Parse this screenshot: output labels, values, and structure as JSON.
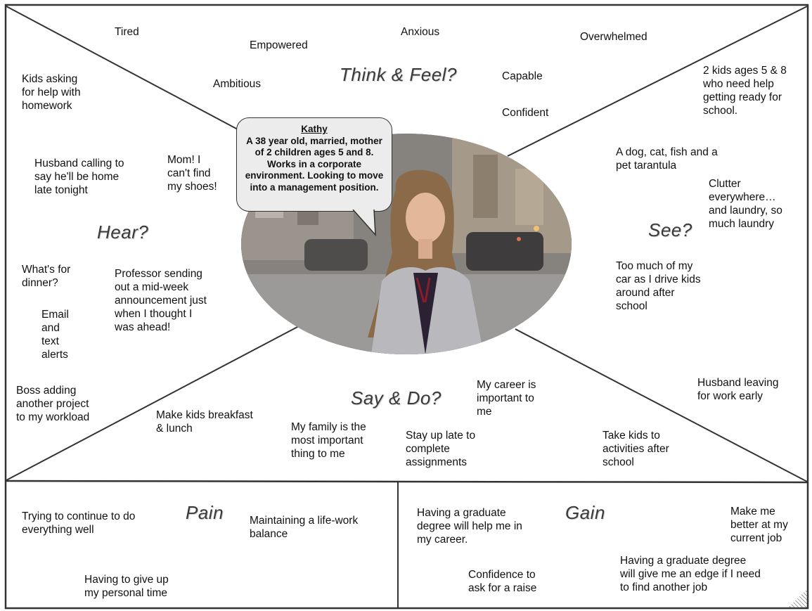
{
  "headings": {
    "think_feel": "Think & Feel?",
    "hear": "Hear?",
    "see": "See?",
    "say_do": "Say & Do?",
    "pain": "Pain",
    "gain": "Gain"
  },
  "persona": {
    "name": "Kathy",
    "description": "A 38 year old, married, mother of 2 children ages 5 and 8.  Works in a corporate environment.  Looking to move into a management position."
  },
  "think_feel": [
    "Tired",
    "Empowered",
    "Anxious",
    "Overwhelmed",
    "Ambitious",
    "Capable",
    "Confident"
  ],
  "hear": [
    "Kids asking for help with homework",
    "Husband calling to say he'll be home late tonight",
    "Mom!  I can't find my shoes!",
    "What's for dinner?",
    "Professor sending out a mid-week announcement just when I thought I was ahead!",
    "Email and text alerts",
    "Boss adding another project to my workload"
  ],
  "see": [
    "2 kids ages 5 & 8 who need help getting ready for school.",
    "A dog, cat, fish and a pet tarantula",
    "Clutter everywhere… and laundry, so much laundry",
    "Too much of my car as I drive kids around after school"
  ],
  "say_do": [
    "Make kids breakfast & lunch",
    "My family is the most important thing to me",
    "Stay up late to complete assignments",
    "My career is important to me",
    "Take kids to activities after school",
    "Husband leaving for work early"
  ],
  "pain": [
    "Trying to continue to do everything well",
    "Maintaining a life-work balance",
    "Having to give up my personal time"
  ],
  "gain": [
    "Having a graduate degree will help me in my career.",
    "Make me better at my current job",
    "Confidence to ask for a raise",
    "Having a graduate degree will give me an edge if I need to find another job"
  ]
}
